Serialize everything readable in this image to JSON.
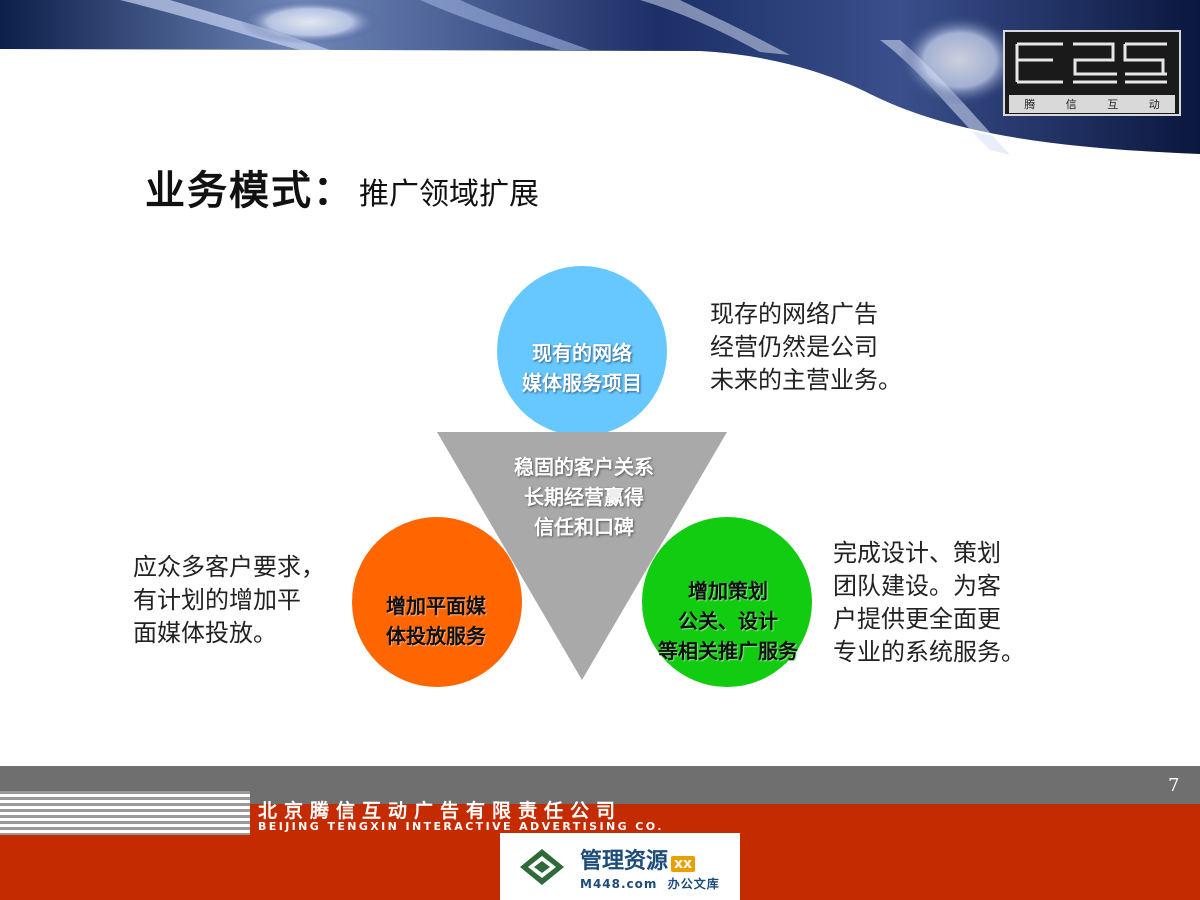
{
  "header": {
    "logo_lettering": "腾 信 互 动",
    "logo_chars": [
      "腾",
      "信",
      "互",
      "动"
    ]
  },
  "title": {
    "main": "业务模式：",
    "sub": "推广领域扩展"
  },
  "diagram": {
    "top_circle": {
      "line1": "现有的网络",
      "line2": "媒体服务项目",
      "color": "#66c8ff"
    },
    "center_triangle": {
      "line1": "稳固的客户关系",
      "line2": "长期经营赢得",
      "line3": "信任和口碑",
      "color": "#a9a9a9"
    },
    "left_circle": {
      "line1": "增加平面媒",
      "line2": "体投放服务",
      "color": "#ff6600"
    },
    "right_circle": {
      "line1": "增加策划",
      "line2": "公关、设计",
      "line3": "等相关推广服务",
      "color": "#11cc11"
    },
    "desc_top": {
      "line1": "现存的网络广告",
      "line2": "经营仍然是公司",
      "line3": "未来的主营业务。"
    },
    "desc_left": {
      "line1": "应众多客户要求，",
      "line2": "有计划的增加平",
      "line3": "面媒体投放。"
    },
    "desc_right": {
      "line1": "完成设计、策划",
      "line2": "团队建设。为客",
      "line3": "户提供更全面更",
      "line4": "专业的系统服务。"
    }
  },
  "footer": {
    "company_cn": "北京腾信互动广告有限责任公司",
    "company_en": "BEIJING TENGXIN INTERACTIVE ADVERTISING CO.",
    "page_number": "7",
    "bar_colors": {
      "gray": "#6f6f6f",
      "red": "#c52b00"
    }
  },
  "watermark": {
    "title": "管理资源",
    "badge": "xx",
    "site": "M448.com",
    "tagline": "办公文库"
  }
}
